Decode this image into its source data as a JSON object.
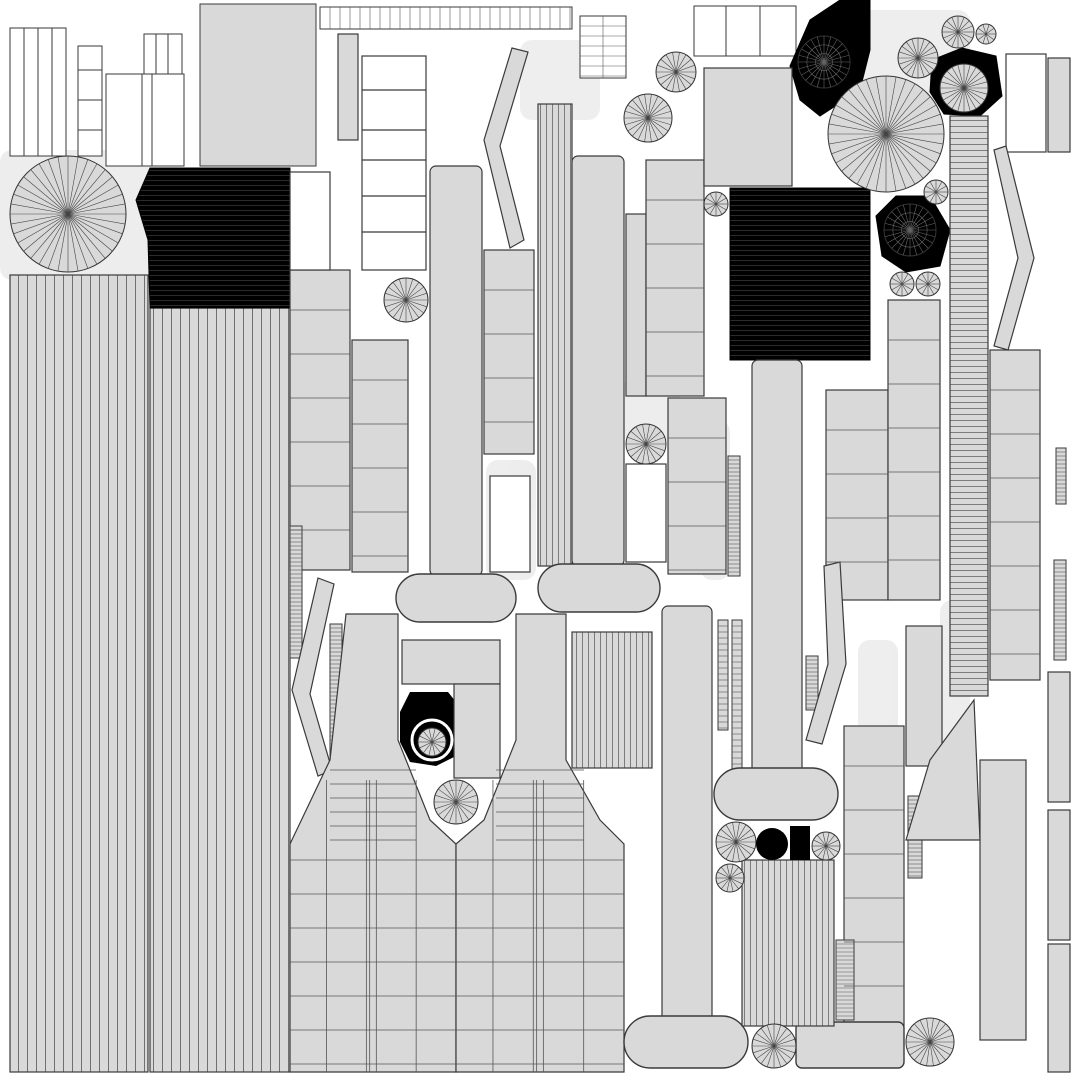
{
  "diagram": {
    "kind": "uv-layout-wireframe",
    "colors": {
      "background": "#ffffff",
      "island_fill": "#d9d9d9",
      "island_stroke": "#3a3a3a",
      "wire": "#555555",
      "solid": "#000000",
      "haze": "#eeeeee",
      "white_island": "#ffffff"
    },
    "island_groups": [
      "left-plank-strips",
      "dark-wire-blocks",
      "radial-wheel-caps",
      "column-strips",
      "bottom-flared-panels",
      "rounded-bars",
      "ladder-strips",
      "small-parts"
    ]
  }
}
